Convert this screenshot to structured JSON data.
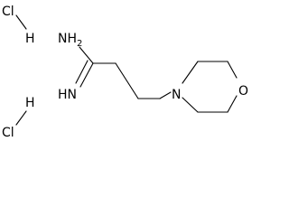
{
  "molecule": {
    "hcl_top": {
      "cl": "Cl",
      "h": "H"
    },
    "hcl_bottom": {
      "cl": "Cl",
      "h": "H"
    },
    "amidine": {
      "amino": "NH2",
      "amino_main": "NH",
      "amino_sub": "2",
      "imino": "HN"
    },
    "morpholine": {
      "nitrogen": "N",
      "oxygen": "O"
    }
  }
}
